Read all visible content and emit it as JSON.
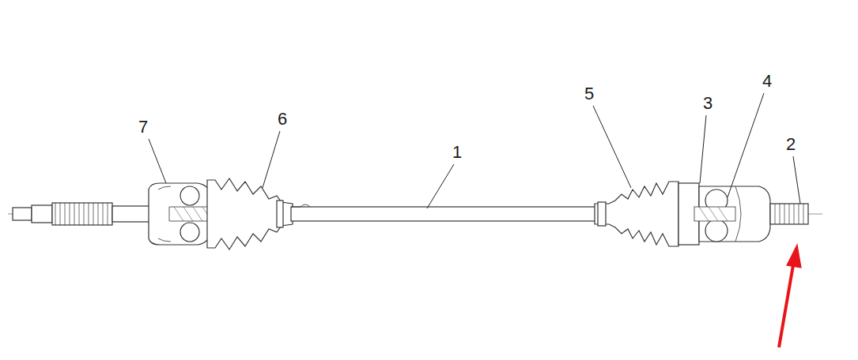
{
  "diagram": {
    "labels": [
      "7",
      "6",
      "1",
      "5",
      "3",
      "4",
      "2"
    ]
  }
}
